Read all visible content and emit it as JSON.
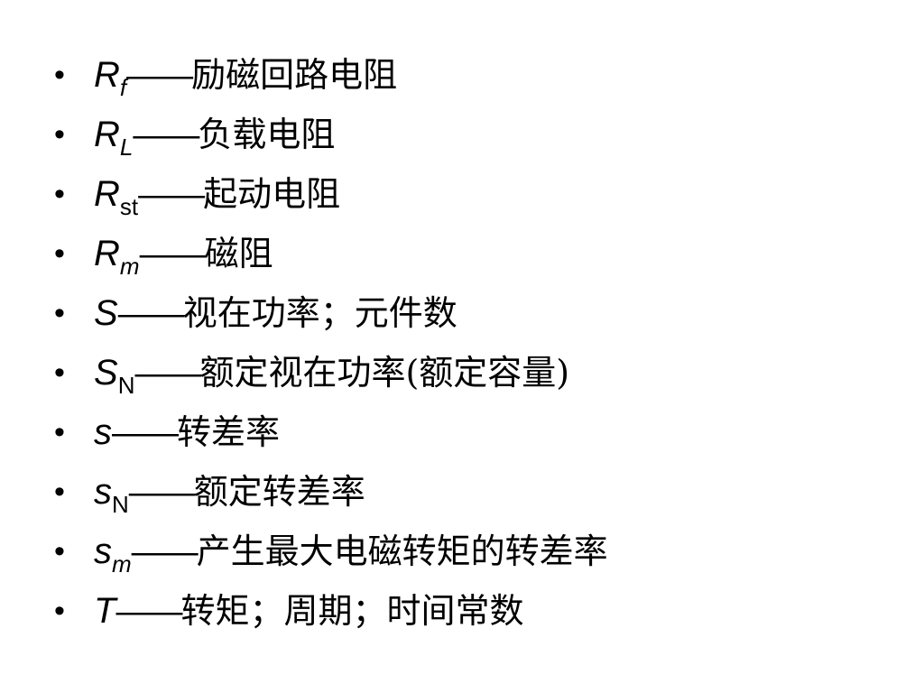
{
  "bullet": "•",
  "dash": "——",
  "items": [
    {
      "symbol": "R",
      "sub": "f",
      "sub_italic": true,
      "desc": "励磁回路电阻"
    },
    {
      "symbol": "R",
      "sub": "L",
      "sub_italic": true,
      "desc": "负载电阻"
    },
    {
      "symbol": "R",
      "sub": "st",
      "sub_italic": false,
      "desc": "起动电阻"
    },
    {
      "symbol": "R",
      "sub": "m",
      "sub_italic": true,
      "desc": "磁阻"
    },
    {
      "symbol": "S",
      "sub": "",
      "sub_italic": false,
      "desc": "视在功率；元件数"
    },
    {
      "symbol": "S",
      "sub": "N",
      "sub_italic": false,
      "desc": "额定视在功率(额定容量)"
    },
    {
      "symbol": "s",
      "sub": "",
      "sub_italic": false,
      "desc": "转差率"
    },
    {
      "symbol": "s",
      "sub": "N",
      "sub_italic": false,
      "desc": "额定转差率"
    },
    {
      "symbol": "s",
      "sub": "m",
      "sub_italic": true,
      "desc": "产生最大电磁转矩的转差率"
    },
    {
      "symbol": "T",
      "sub": "",
      "sub_italic": false,
      "desc": "转矩；周期；时间常数"
    }
  ]
}
